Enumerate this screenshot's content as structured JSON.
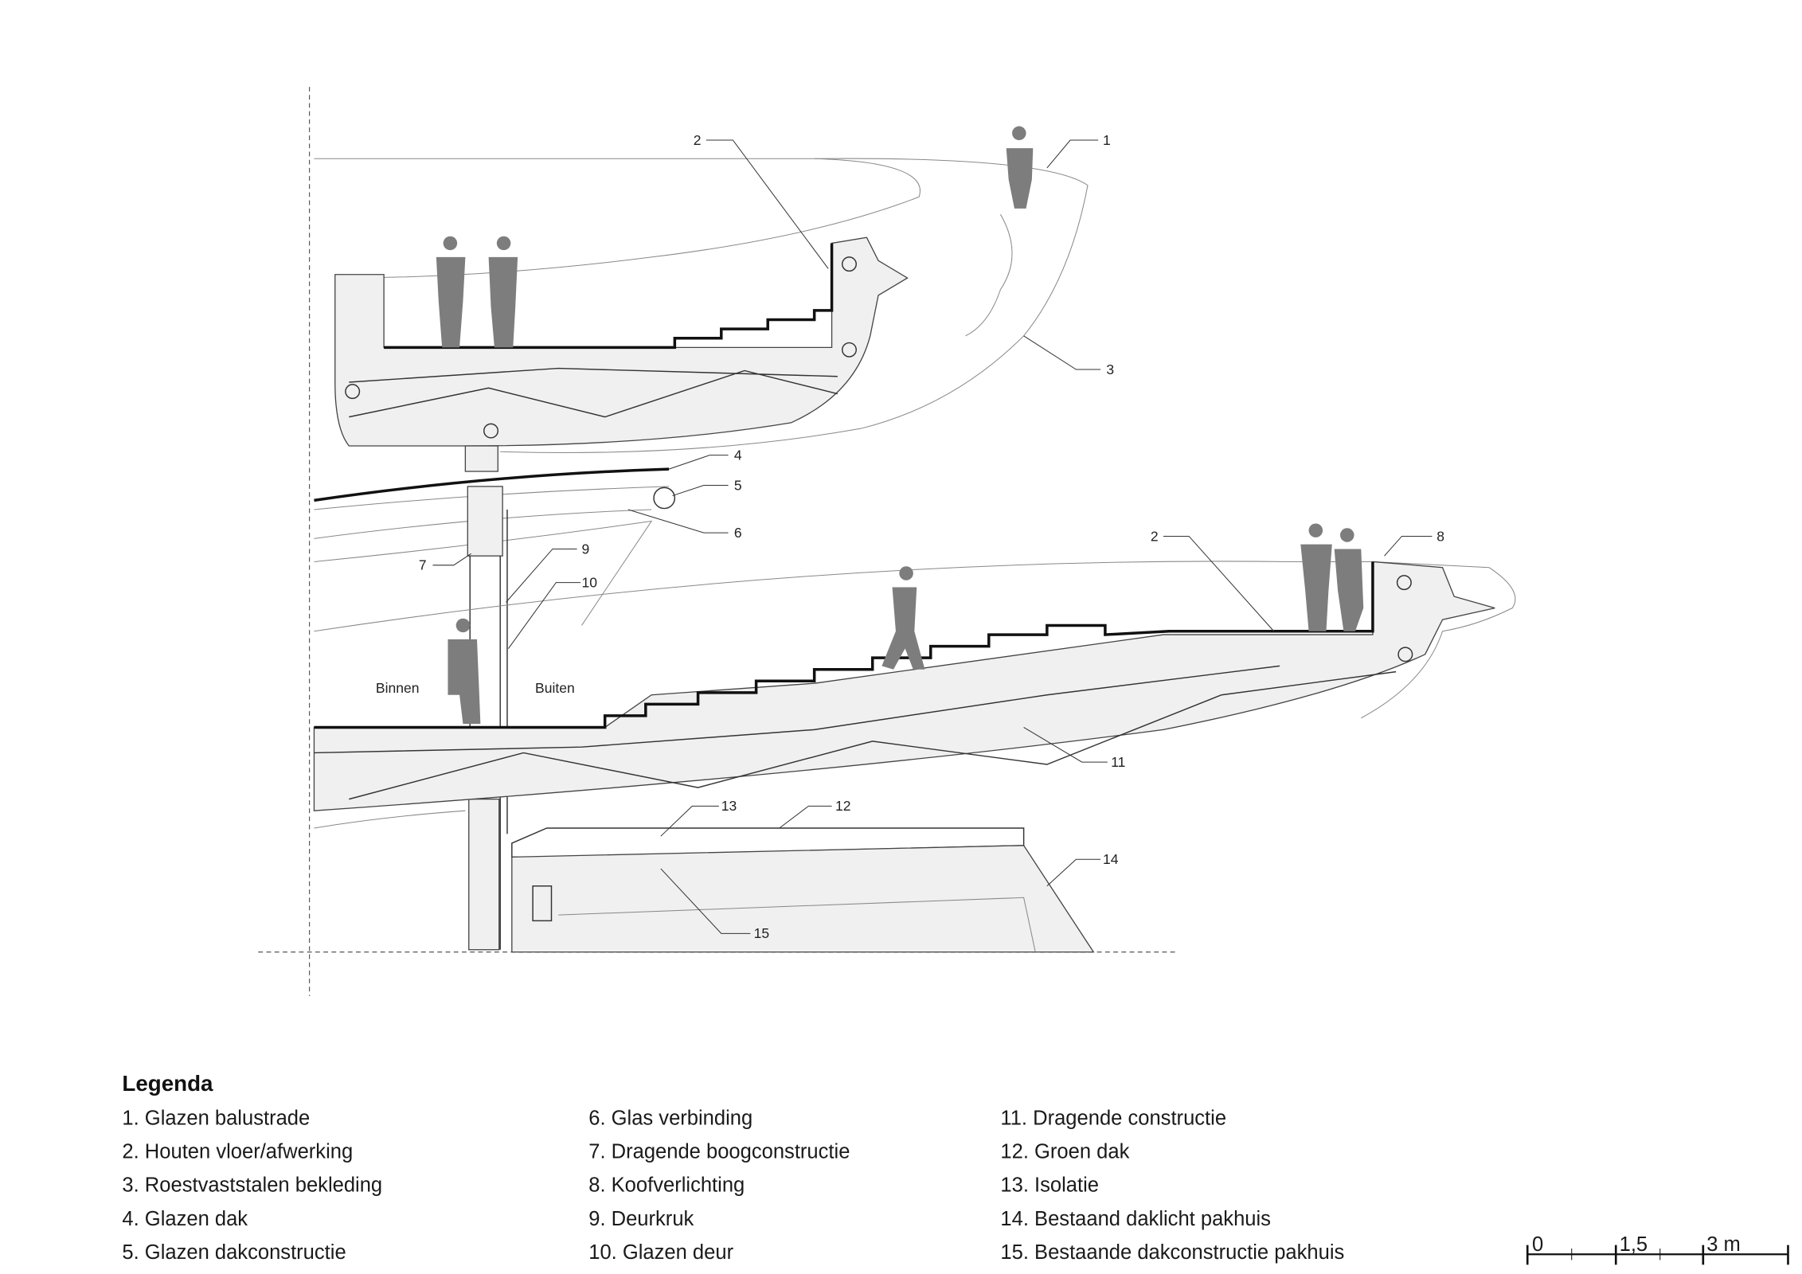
{
  "callouts": {
    "c1": "1",
    "c2_top": "2",
    "c3": "3",
    "c4": "4",
    "c5": "5",
    "c6": "6",
    "c7": "7",
    "c8": "8",
    "c9": "9",
    "c10": "10",
    "c2_low": "2",
    "c11": "11",
    "c12": "12",
    "c13": "13",
    "c14": "14",
    "c15": "15"
  },
  "zones": {
    "inside": "Binnen",
    "outside": "Buiten"
  },
  "legend": {
    "title": "Legenda",
    "items": [
      "1. Glazen balustrade",
      "2. Houten vloer/afwerking",
      "3. Roestvaststalen bekleding",
      "4. Glazen dak",
      "5. Glazen dakconstructie",
      "6. Glas verbinding",
      "7. Dragende boogconstructie",
      "8. Koofverlichting",
      "9. Deurkruk",
      "10. Glazen deur",
      "11. Dragende constructie",
      "12. Groen dak",
      "13. Isolatie",
      "14. Bestaand daklicht pakhuis",
      "15. Bestaande dakconstructie  pakhuis"
    ]
  },
  "scale_bar": {
    "ticks": [
      "0",
      "1,5",
      "3 m"
    ]
  }
}
